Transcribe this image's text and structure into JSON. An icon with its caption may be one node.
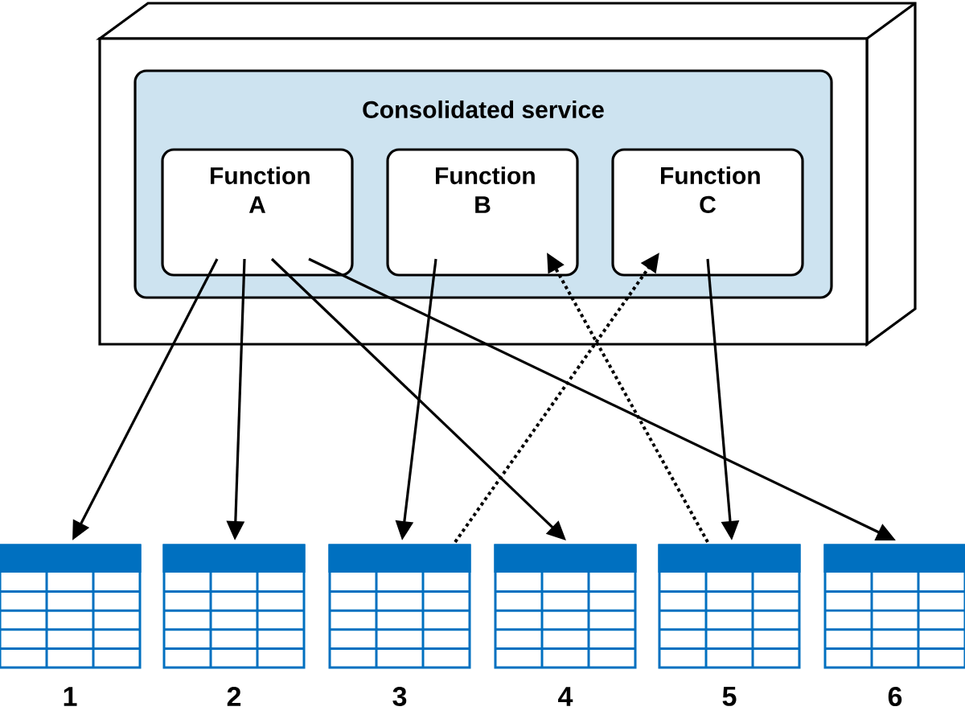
{
  "diagram": {
    "nodes": [
      {
        "text": [],
        "shape": "box"
      },
      {
        "text": [
          "Consolidated service"
        ],
        "in": 0
      },
      {
        "text": [
          "Function A"
        ],
        "in": 1
      },
      {
        "text": [
          "Function B"
        ],
        "in": 1
      },
      {
        "text": [
          "Function C"
        ],
        "in": 1
      },
      {
        "text": [],
        "shape": "table",
        "beside": [
          "1"
        ]
      },
      {
        "text": [],
        "shape": "table",
        "beside": [
          "2"
        ]
      },
      {
        "text": [],
        "shape": "table",
        "beside": [
          "3"
        ]
      },
      {
        "text": [],
        "shape": "table",
        "beside": [
          "4"
        ]
      },
      {
        "text": [],
        "shape": "table",
        "beside": [
          "5"
        ]
      },
      {
        "text": [],
        "shape": "table",
        "beside": [
          "6"
        ]
      }
    ],
    "edges": [
      {
        "from": 2,
        "to": 5,
        "arrow": "to"
      },
      {
        "from": 2,
        "to": 6,
        "arrow": "to"
      },
      {
        "from": 2,
        "to": 8,
        "arrow": "to"
      },
      {
        "from": 2,
        "to": 10,
        "arrow": "to"
      },
      {
        "from": 3,
        "to": 7,
        "arrow": "to"
      },
      {
        "from": 4,
        "to": 9,
        "arrow": "to"
      },
      {
        "from": 7,
        "to": 4,
        "arrow": "to",
        "style": "dashed"
      },
      {
        "from": 9,
        "to": 3,
        "arrow": "to",
        "style": "dashed"
      }
    ]
  }
}
